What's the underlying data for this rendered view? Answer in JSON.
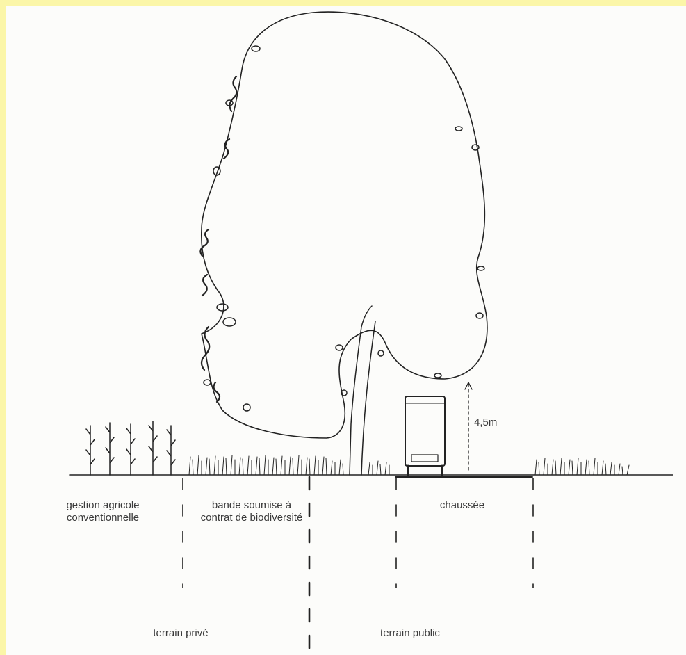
{
  "labels": {
    "zone_agri_line1": "gestion agricole",
    "zone_agri_line2": "conventionnelle",
    "zone_bande_line1": "bande soumise à",
    "zone_bande_line2": "contrat de biodiversité",
    "zone_chaussee": "chaussée",
    "height": "4,5m",
    "terrain_prive": "terrain privé",
    "terrain_public": "terrain public"
  }
}
